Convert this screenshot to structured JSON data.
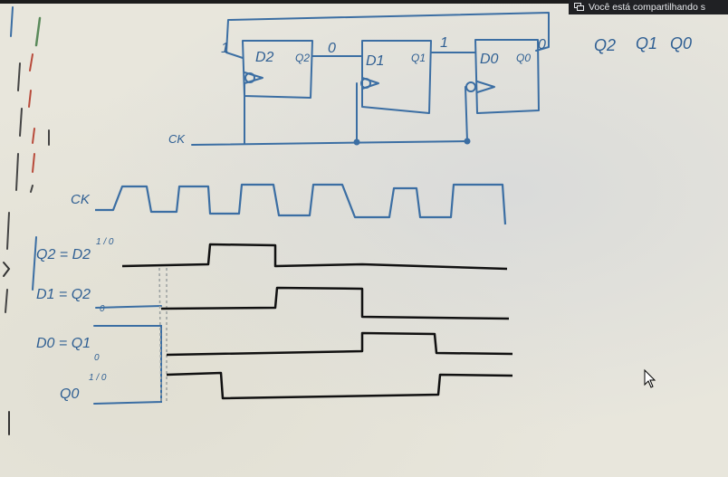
{
  "screen_share": {
    "notice_text": "Você está compartilhando s",
    "icon": "screen-share-icon"
  },
  "whiteboard": {
    "circuit": {
      "clock_label": "CK",
      "flip_flops": [
        {
          "d_label": "D2",
          "q_label": "Q2",
          "output_value": "0"
        },
        {
          "d_label": "D1",
          "q_label": "Q1",
          "output_value": "1"
        },
        {
          "d_label": "D0",
          "q_label": "Q0",
          "output_value": "0"
        }
      ],
      "output_order": [
        "Q2",
        "Q1",
        "Q0"
      ],
      "feedback_input_value": "1"
    },
    "timing": {
      "clock_label": "CK",
      "rows": [
        {
          "label": "Q2 = D2",
          "initial_values": "1 / 0"
        },
        {
          "label": "D1 = Q2",
          "initial_values": "0"
        },
        {
          "label": "D0 = Q1",
          "initial_values": "0"
        },
        {
          "label": "Q0",
          "initial_values": "1 / 0"
        }
      ]
    }
  },
  "colors": {
    "ink_blue": "#3b6ea3",
    "ink_black": "#111111",
    "ink_red": "#b84a3a",
    "board": "#e8e6dc"
  }
}
